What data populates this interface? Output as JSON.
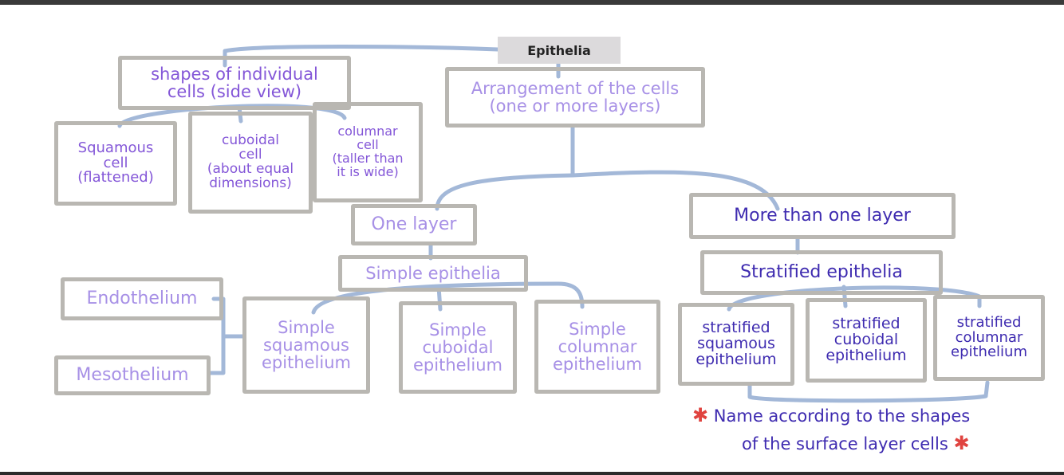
{
  "diagram": {
    "title": "Epithelia",
    "shapes_header": "shapes of individual\ncells (side view)",
    "shape_squamous": "Squamous\ncell\n(flattened)",
    "shape_cuboidal": "cuboidal\ncell\n(about equal\ndimensions)",
    "shape_columnar": "columnar\ncell\n(taller than\nit is wide)",
    "arrangement_header": "Arrangement of the cells\n(one or more layers)",
    "one_layer": "One layer",
    "more_than_one_layer": "More than one layer",
    "simple_epithelia": "Simple epithelia",
    "stratified_epithelia": "Stratified epithelia",
    "simple_squamous": "Simple\nsquamous\nepithelium",
    "simple_cuboidal": "Simple\ncuboidal\nepithelium",
    "simple_columnar": "Simple\ncolumnar\nepithelium",
    "endothelium": "Endothelium",
    "mesothelium": "Mesothelium",
    "stratified_squamous": "stratified\nsquamous\nepithelium",
    "stratified_cuboidal": "stratified\ncuboidal\nepithelium",
    "stratified_columnar": "stratified\ncolumnar\nepithelium",
    "note_line1": "Name according to the shapes",
    "note_line2": "of the surface layer cells",
    "star_symbol": "✱"
  },
  "colors": {
    "connector": "#a3b8d8",
    "box_border": "#b9b7b2",
    "note_star": "#e0433f"
  }
}
